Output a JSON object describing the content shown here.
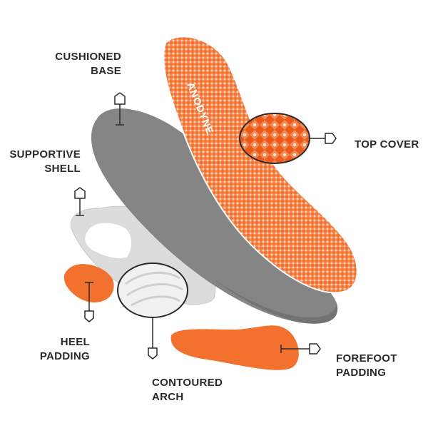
{
  "brand": {
    "logo_text": "ANODYNE"
  },
  "colors": {
    "orange": "#f2712e",
    "orange_light": "#f7a06e",
    "gray_base": "#8a8a8a",
    "gray_shell": "#d9d9d9",
    "leader": "#2a2a2a"
  },
  "labels": {
    "cushioned_base": [
      "CUSHIONED",
      "BASE"
    ],
    "supportive_shell": [
      "SUPPORTIVE",
      "SHELL"
    ],
    "top_cover": [
      "TOP COVER"
    ],
    "heel_padding": [
      "HEEL",
      "PADDING"
    ],
    "contoured_arch": [
      "CONTOURED",
      "ARCH"
    ],
    "forefoot_padding": [
      "FOREFOOT",
      "PADDING"
    ]
  }
}
